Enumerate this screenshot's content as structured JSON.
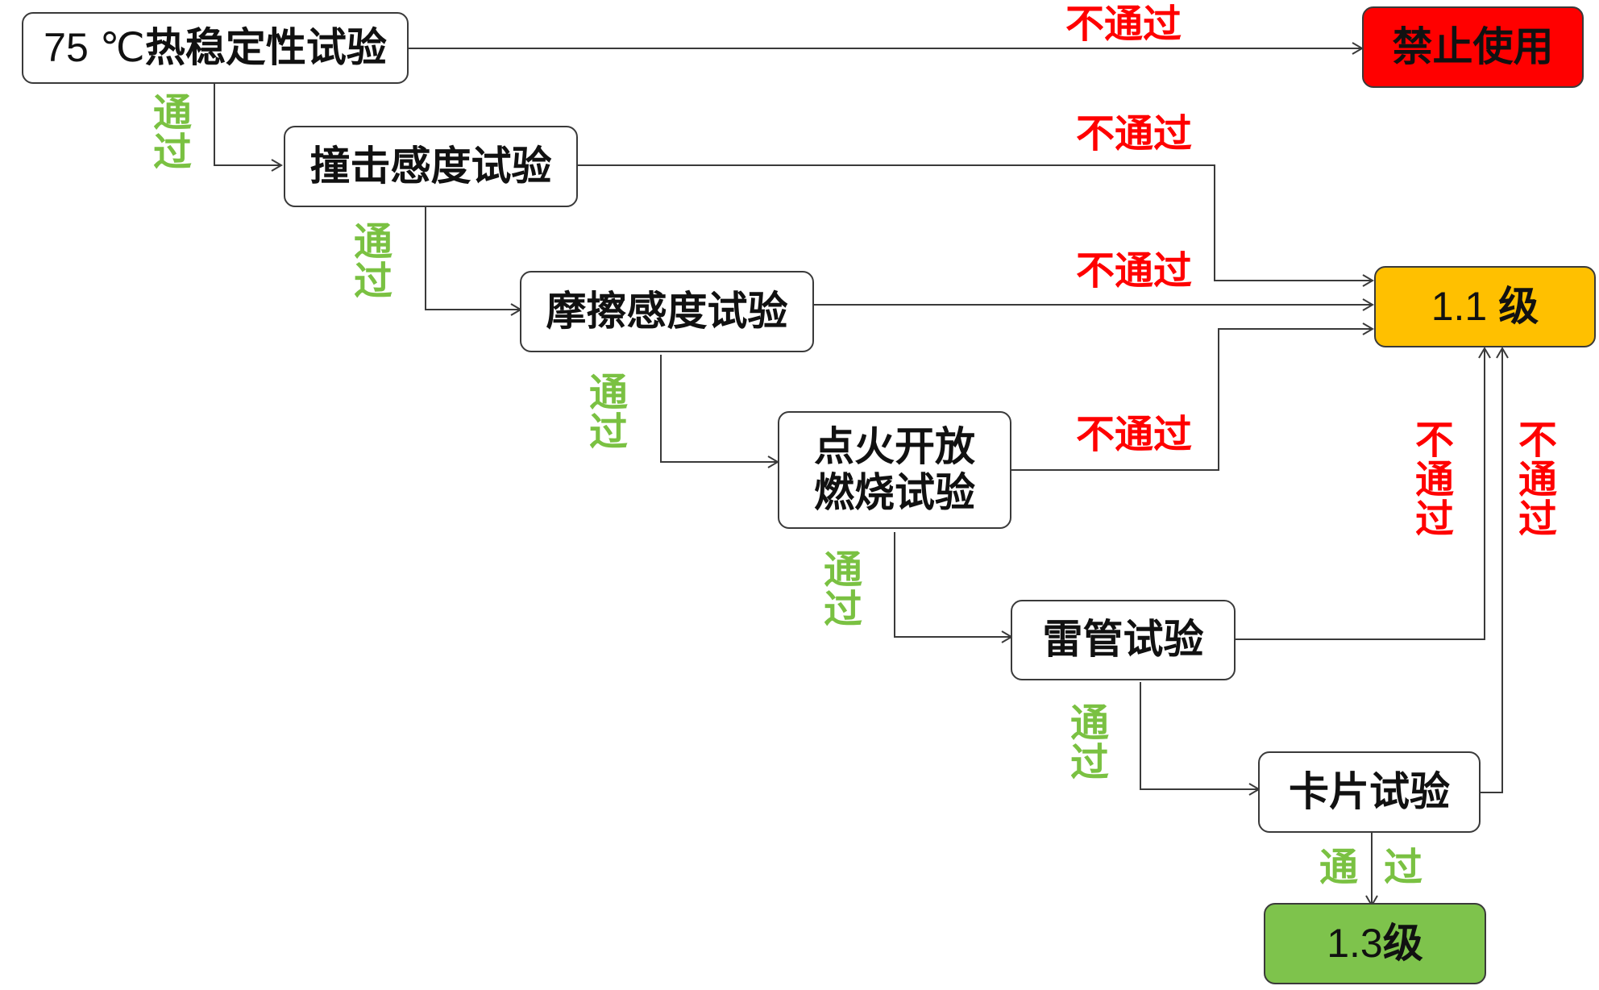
{
  "colors": {
    "fail": "#ff0000",
    "pass": "#7ac142",
    "forbidden_fill": "#ff0000",
    "class_1_1_fill": "#ffc000",
    "class_1_3_fill": "#7ec34c",
    "line": "#3a3a3a"
  },
  "tests": {
    "thermal": {
      "prefix": "75 ℃",
      "name": "热稳定性试验"
    },
    "impact": "撞击感度试验",
    "friction": "摩擦感度试验",
    "burn_line1": "点火开放",
    "burn_line2": "燃烧试验",
    "detonator": "雷管试验",
    "card": "卡片试验"
  },
  "results": {
    "forbidden": "禁止使用",
    "class_1_1": {
      "num": "1.1",
      "unit": "级"
    },
    "class_1_3": {
      "num": "1.3",
      "unit": "级"
    }
  },
  "labels": {
    "fail": "不通过",
    "pass": "通过",
    "pass_left": "通",
    "pass_right": "过"
  }
}
